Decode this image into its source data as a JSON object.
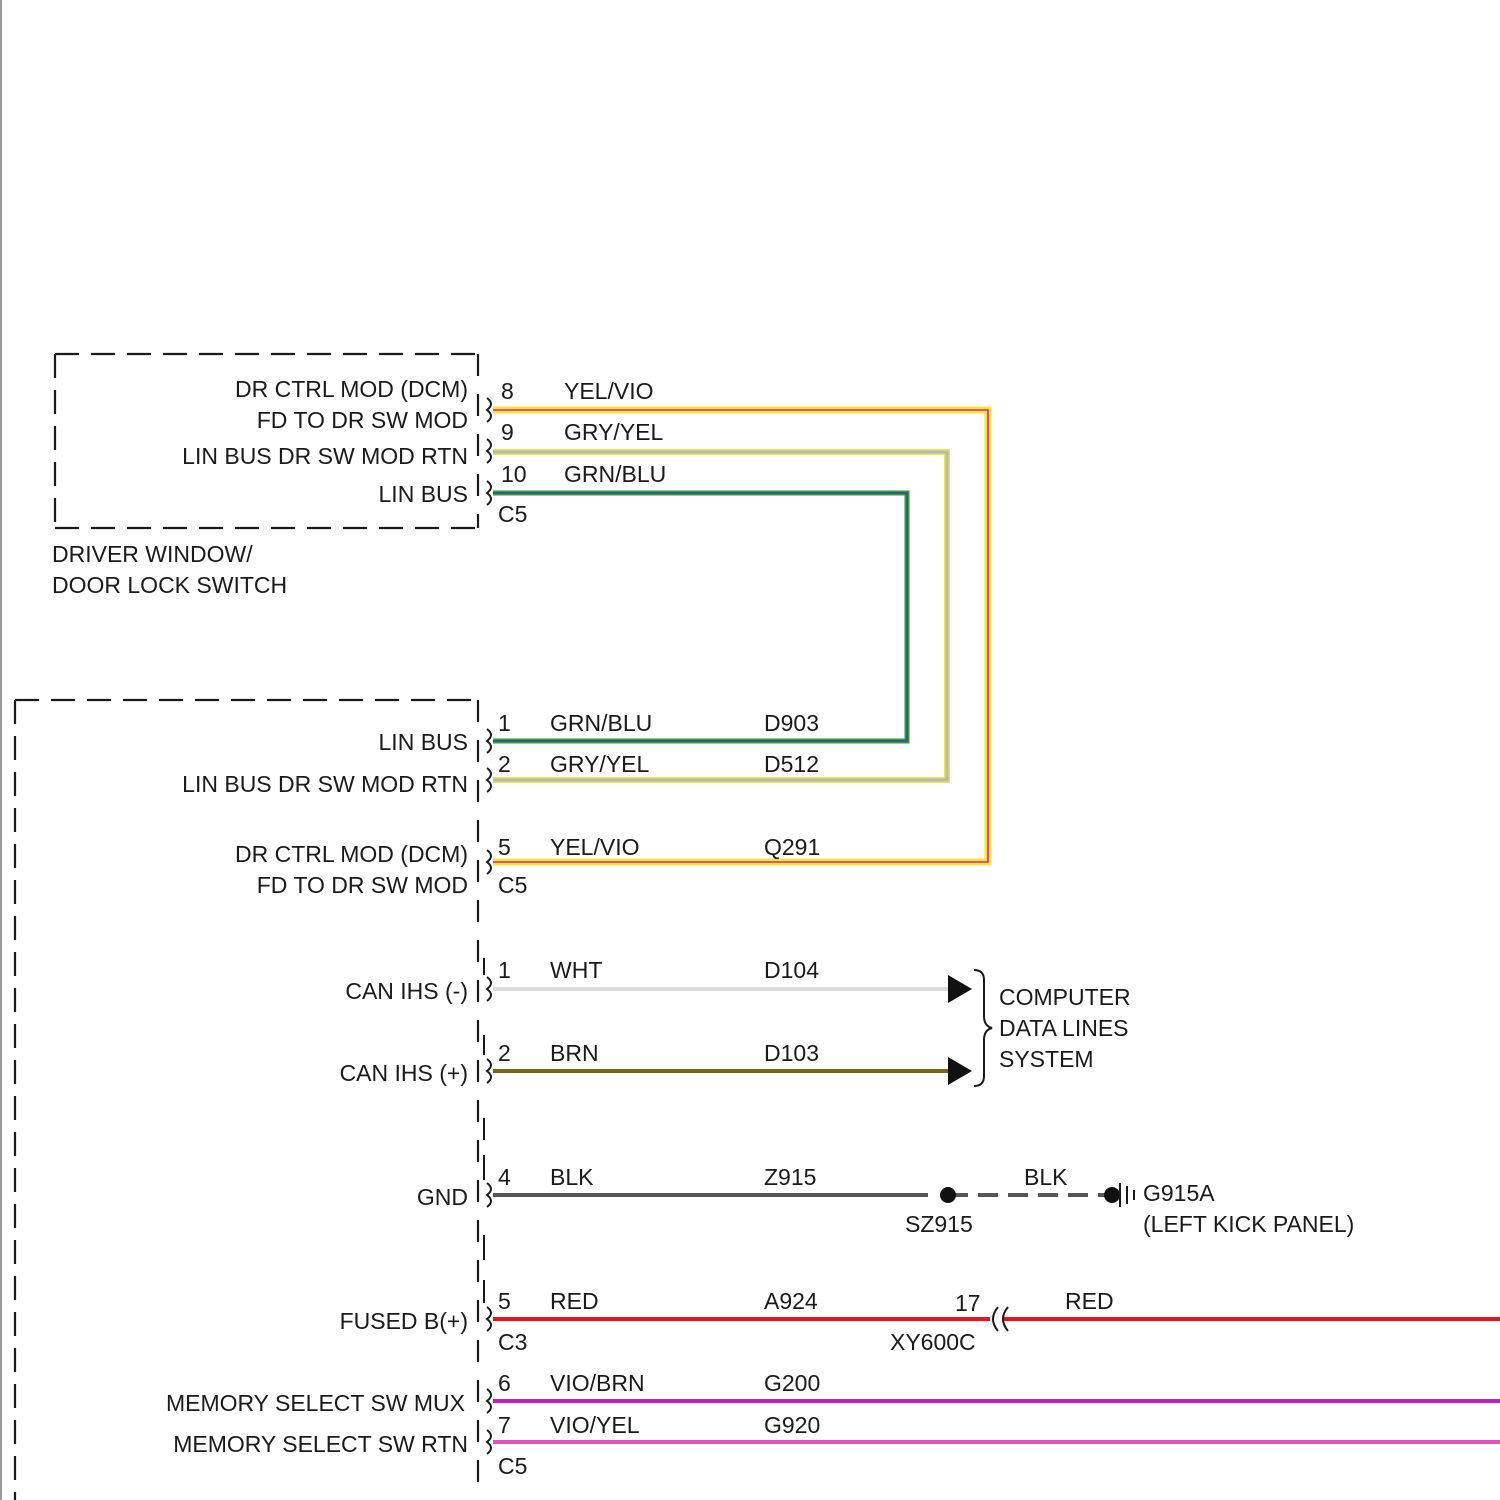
{
  "driver_switch": {
    "name_line1": "DRIVER WINDOW/",
    "name_line2": "DOOR LOCK SWITCH",
    "connector": "C5",
    "pins": [
      {
        "pin": "8",
        "label": "DR CTRL MOD (DCM)",
        "color": "YEL/VIO"
      },
      {
        "pin": "9",
        "label": "FD TO DR SW MOD",
        "color": "GRY/YEL"
      },
      {
        "pin": "10",
        "label": "LIN BUS DR SW MOD RTN",
        "color": "GRN/BLU"
      },
      {
        "pin": "",
        "label": "LIN BUS",
        "color": ""
      }
    ]
  },
  "module": {
    "group1": {
      "connector": "C5",
      "pins": [
        {
          "pin": "1",
          "label": "LIN BUS",
          "color": "GRN/BLU",
          "circuit": "D903"
        },
        {
          "pin": "2",
          "label": "LIN BUS DR SW MOD RTN",
          "color": "GRY/YEL",
          "circuit": "D512"
        },
        {
          "pin": "5",
          "label": "DR CTRL MOD (DCM)",
          "label2": "FD TO DR SW MOD",
          "color": "YEL/VIO",
          "circuit": "Q291"
        }
      ]
    },
    "can": [
      {
        "pin": "1",
        "label": "CAN IHS (-)",
        "color": "WHT",
        "circuit": "D104"
      },
      {
        "pin": "2",
        "label": "CAN IHS (+)",
        "color": "BRN",
        "circuit": "D103"
      }
    ],
    "can_destination": [
      "COMPUTER",
      "DATA LINES",
      "SYSTEM"
    ],
    "gnd": {
      "pin": "4",
      "label": "GND",
      "color": "BLK",
      "circuit": "Z915",
      "splice": "SZ915",
      "after_color": "BLK",
      "ground": "G915A",
      "ground_location": "(LEFT KICK PANEL)"
    },
    "power": {
      "pin": "5",
      "label": "FUSED B(+)",
      "color": "RED",
      "circuit": "A924",
      "connector": "C3",
      "inline_pin": "17",
      "inline_connector": "XY600C",
      "after_color": "RED"
    },
    "memory": {
      "connector": "C5",
      "pins": [
        {
          "pin": "6",
          "label": "MEMORY SELECT SW MUX",
          "color": "VIO/BRN",
          "circuit": "G200"
        },
        {
          "pin": "7",
          "label": "MEMORY SELECT SW RTN",
          "color": "VIO/YEL",
          "circuit": "G920"
        }
      ]
    }
  },
  "wire_colors": {
    "yel_vio": "#f0e63c",
    "vio": "#e0208c",
    "gry_yel": "#b8b8b8",
    "yel": "#e8e84a",
    "grn": "#3a9a3a",
    "blu": "#2c4da0",
    "wht": "#dcdcdc",
    "brn": "#7a6418",
    "blk": "#555555",
    "red": "#e8141c",
    "vio_brn": "#c020c0",
    "vio_yel": "#e050c0"
  }
}
